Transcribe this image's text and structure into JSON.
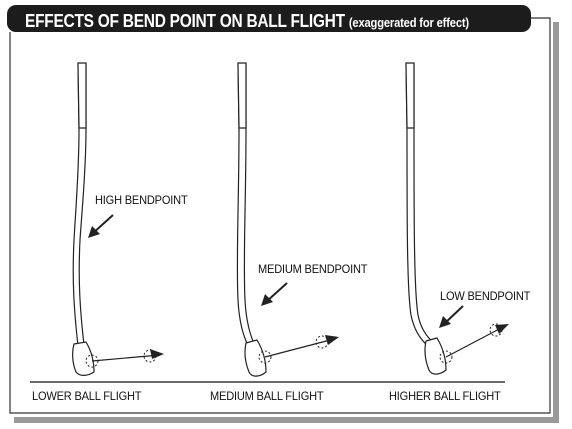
{
  "title": {
    "main": "EFFECTS OF BEND POINT ON BALL FLIGHT",
    "sub": "(exaggerated for effect)"
  },
  "clubs": [
    {
      "bendpoint_label": "HIGH BENDPOINT",
      "flight_label": "LOWER BALL FLIGHT"
    },
    {
      "bendpoint_label": "MEDIUM BENDPOINT",
      "flight_label": "MEDIUM BALL FLIGHT"
    },
    {
      "bendpoint_label": "LOW BENDPOINT",
      "flight_label": "HIGHER BALL FLIGHT"
    }
  ],
  "colors": {
    "ink": "#111111",
    "title_bg": "#1c1c1c",
    "shadow": "#9a9a9a"
  }
}
